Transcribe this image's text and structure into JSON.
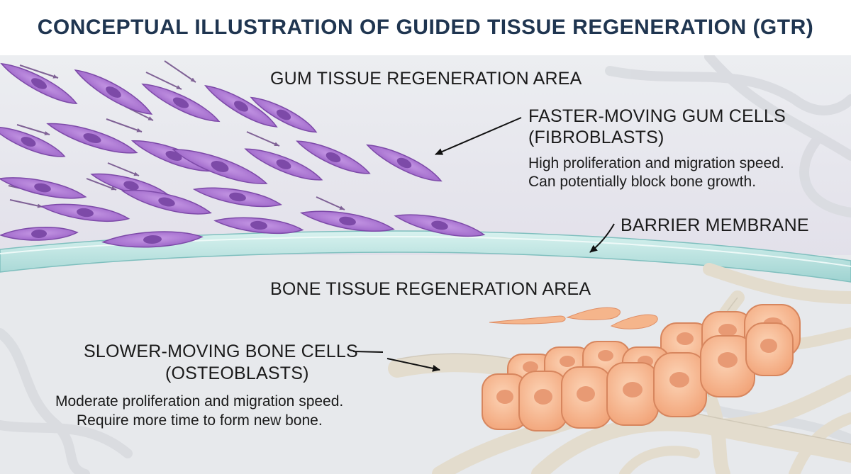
{
  "title": "CONCEPTUAL ILLUSTRATION OF GUIDED TISSUE REGENERATION (GTR)",
  "labels": {
    "gum_area": "GUM TISSUE REGENERATION AREA",
    "fibro_title_1": "FASTER-MOVING GUM CELLS",
    "fibro_title_2": "(FIBROBLASTS)",
    "fibro_desc_1": "High proliferation and migration speed.",
    "fibro_desc_2": "Can potentially block bone growth.",
    "membrane": "BARRIER MEMBRANE",
    "bone_area": "BONE TISSUE REGENERATION AREA",
    "osteo_title_1": "SLOWER-MOVING BONE CELLS",
    "osteo_title_2": "(OSTEOBLASTS)",
    "osteo_desc_1": "Moderate proliferation and migration speed.",
    "osteo_desc_2": "Require more time to form new bone."
  },
  "colors": {
    "title": "#1f3550",
    "fibroblast": "#a774cf",
    "fibroblast_nucleus": "#7d4aa8",
    "membrane": "#bfe6e4",
    "osteoblast": "#f7b98f",
    "osteoblast_nucleus": "#e89a74",
    "bone_trabecula": "#e3dccd",
    "background": "#e9ebee"
  }
}
